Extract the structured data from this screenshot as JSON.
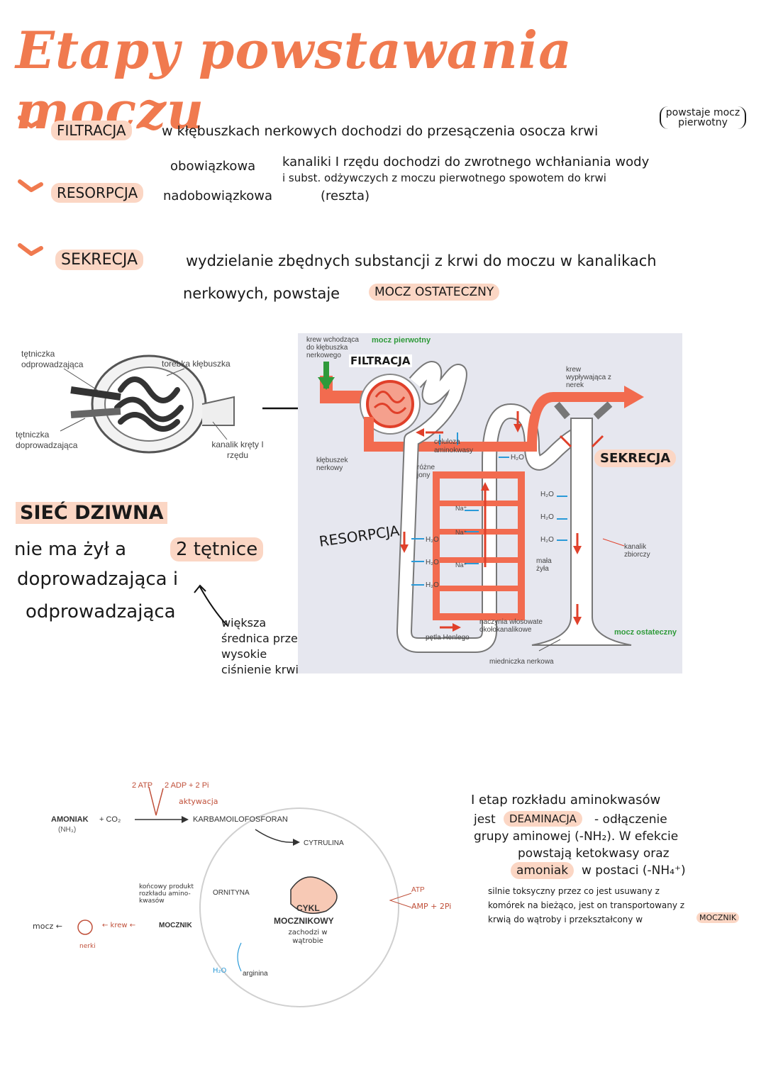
{
  "title": "Etapy powstawania moczu",
  "filtracja": {
    "label": "FILTRACJA",
    "text": "w kłębuszkach nerkowych dochodzi do przesączenia osocza krwi",
    "note": "powstaje mocz pierwotny"
  },
  "resorpcja": {
    "label": "RESORPCJA",
    "branch1": "obowiązkowa",
    "branch2": "nadobowiązkowa",
    "branch2_note": "(reszta)",
    "text_line1": "kanaliki I rzędu dochodzi do zwrotnego wchłaniania wody",
    "text_line2": "i subst. odżywczych z moczu pierwotnego spowotem do krwi"
  },
  "sekrecja": {
    "label": "SEKRECJA",
    "text_line1": "wydzielanie zbędnych substancji z krwi do moczu w kanalikach",
    "text_line2": "nerkowych, powstaje",
    "highlight": "MOCZ OSTATECZNY"
  },
  "glomerulus": {
    "label_efferent": "tętniczka odprowadzająca",
    "label_capsule": "torebka kłębuszka",
    "label_afferent": "tętniczka doprowadzająca",
    "label_tubule": "kanalik kręty I rzędu"
  },
  "siec": {
    "title": "SIEĆ DZIWNA",
    "line1": "nie ma żył a",
    "line1_hl": "2 tętnice",
    "line2": "doprowadzająca i",
    "line3": "odprowadzająca",
    "note": "większa średnica przez wysokie ciśnienie krwi"
  },
  "nephron": {
    "in_blood": "krew wchodząca do kłębuszka nerkowego",
    "primary_urine": "mocz pierwotny",
    "filtracja": "FILTRACJA",
    "out_blood": "krew wypływająca z nerek",
    "glomerulus": "kłębuszek nerkowy",
    "glucose": "celuloza aminokwasy",
    "ions": "różne jony",
    "h2o": "H₂O",
    "na": "Na⁺",
    "sekrecja": "SEKRECJA",
    "resorpcja": "RESORPCJA",
    "vein": "mała żyła",
    "collecting": "kanalik zbiorczy",
    "capillaries": "naczynia włosowate okołokanalikowe",
    "loop": "pętla Henlego",
    "final_urine": "mocz ostateczny",
    "pelvis": "miedniczka nerkowa"
  },
  "cycle": {
    "amoniak": "AMONIAK",
    "nh3": "(NH₃)",
    "co2": "+ CO₂",
    "atp": "2 ATP",
    "adp": "2 ADP + 2 Pi",
    "aktywacja": "aktywacja",
    "karb": "KARBAMOILOFOSFORAN",
    "cytrulina": "CYTRULINA",
    "ornityna": "ORNITYNA",
    "center1": "CYKL",
    "center2": "MOCZNIKOWY",
    "center3": "zachodzi w wątrobie",
    "atp_right": "ATP",
    "amp": "AMP + 2Pi",
    "mocznik": "MOCZNIK",
    "krew": "← krew ←",
    "mocz": "mocz ←",
    "nerki": "nerki",
    "end_product": "końcowy produkt rozkładu amino-kwasów",
    "h2o": "H₂O",
    "arginina": "arginina"
  },
  "aminoacids": {
    "line1": "I etap rozkładu aminokwasów",
    "line2a": "jest",
    "line2_hl": "DEAMINACJA",
    "line2b": "- odłączenie",
    "line3": "grupy aminowej (-NH₂). W efekcie",
    "line4": "powstają ketokwasy oraz",
    "line5_hl": "amoniak",
    "line5b": "w postaci (-NH₄⁺)",
    "note1": "silnie toksyczny przez co jest usuwany z",
    "note2": "komórek na bieżąco, jest on transportowany z",
    "note3a": "krwią do wątroby i przekształcony w",
    "note3_hl": "MOCZNIK"
  },
  "colors": {
    "accent": "#f07a4f",
    "highlight": "#fbd6c4",
    "vessel": "#f26b4f",
    "green": "#2f9a3a"
  }
}
